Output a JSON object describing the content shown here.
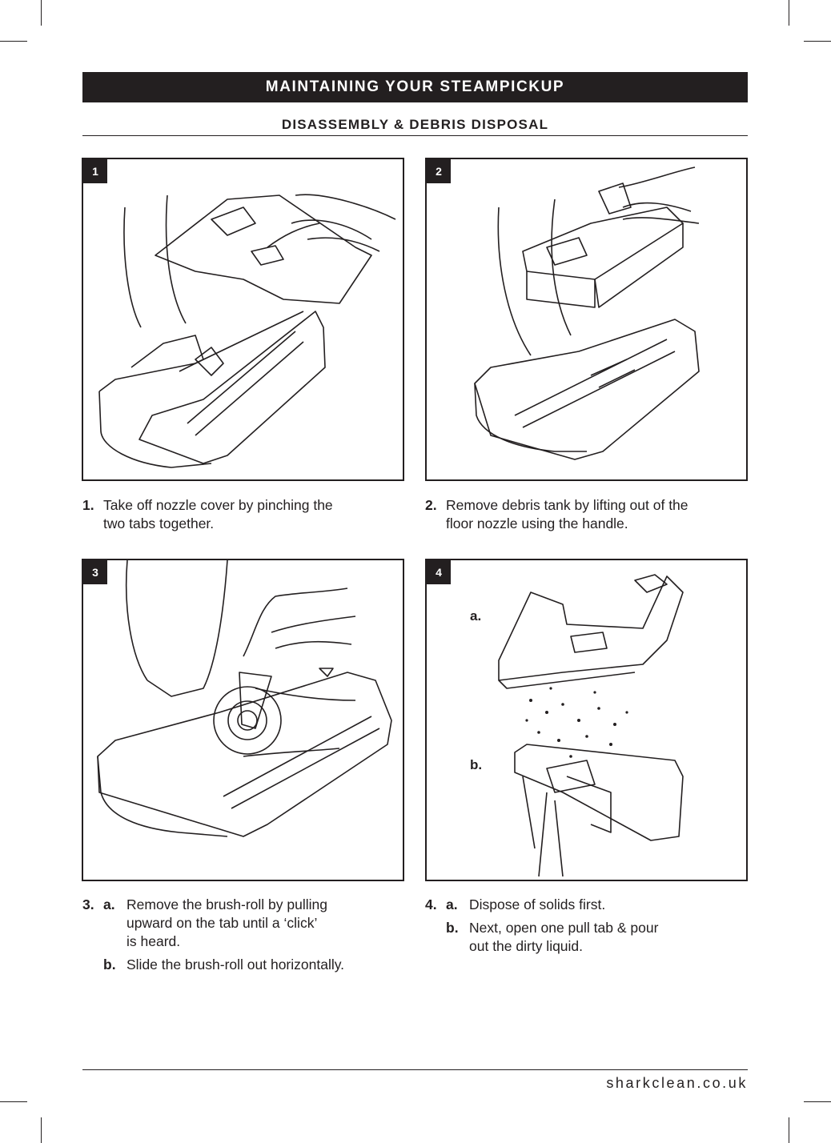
{
  "header": {
    "title": "MAINTAINING YOUR STEAMPICKUP"
  },
  "section": {
    "title": "DISASSEMBLY & DEBRIS DISPOSAL"
  },
  "panels": [
    {
      "number": "1"
    },
    {
      "number": "2"
    },
    {
      "number": "3"
    },
    {
      "number": "4",
      "label_a": "a.",
      "label_b": "b."
    }
  ],
  "steps": {
    "s1": {
      "num": "1.",
      "text_line1": "Take off nozzle cover by pinching the",
      "text_line2": "two tabs together."
    },
    "s2": {
      "num": "2.",
      "text_line1": "Remove debris tank by lifting out of the",
      "text_line2": "floor nozzle using the handle."
    },
    "s3": {
      "num": "3.",
      "a_label": "a.",
      "a_line1": "Remove the brush-roll by pulling",
      "a_line2": "upward on the tab until a ‘click’",
      "a_line3": "is heard.",
      "b_label": "b.",
      "b_text": "Slide the brush-roll out horizontally."
    },
    "s4": {
      "num": "4.",
      "a_label": "a.",
      "a_text": "Dispose of solids first.",
      "b_label": "b.",
      "b_line1": "Next, open one pull tab & pour",
      "b_line2": "out the dirty liquid."
    }
  },
  "footer": {
    "url": "sharkclean.co.uk"
  }
}
